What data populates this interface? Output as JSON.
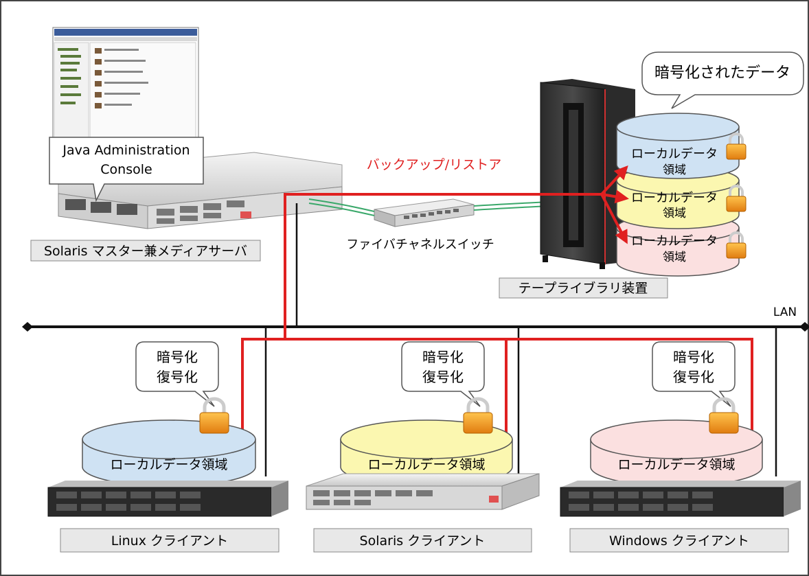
{
  "labels": {
    "master_server": "Solaris マスター兼メディアサーバ",
    "fc_switch": "ファイバチャネルスイッチ",
    "tape_library": "テープライブラリ装置",
    "backup_restore": "バックアップ/リストア",
    "encrypted_data": "暗号化されたデータ",
    "lan": "LAN",
    "console_line1": "Java Administration",
    "console_line2": "Console"
  },
  "tape_volumes": [
    {
      "line1": "ローカルデータ",
      "line2": "領域",
      "fill": "#cfe2f3"
    },
    {
      "line1": "ローカルデータ",
      "line2": "領域",
      "fill": "#fbf7b0"
    },
    {
      "line1": "ローカルデータ",
      "line2": "領域",
      "fill": "#fbe0e0"
    }
  ],
  "clients": [
    {
      "label": "Linux クライアント",
      "disk_label": "ローカルデータ領域",
      "disk_fill": "#cfe2f3",
      "callout_line1": "暗号化",
      "callout_line2": "復号化"
    },
    {
      "label": "Solaris クライアント",
      "disk_label": "ローカルデータ領域",
      "disk_fill": "#fbf7b0",
      "callout_line1": "暗号化",
      "callout_line2": "復号化"
    },
    {
      "label": "Windows クライアント",
      "disk_label": "ローカルデータ領域",
      "disk_fill": "#fbe0e0",
      "callout_line1": "暗号化",
      "callout_line2": "復号化"
    }
  ],
  "colors": {
    "backup_path": "#e02020",
    "backup_text": "#e02020",
    "lan": "#111111",
    "fc_cable": "#3aa86a",
    "label_box": "#e8e8e8",
    "lock_body": "#f0a020"
  }
}
